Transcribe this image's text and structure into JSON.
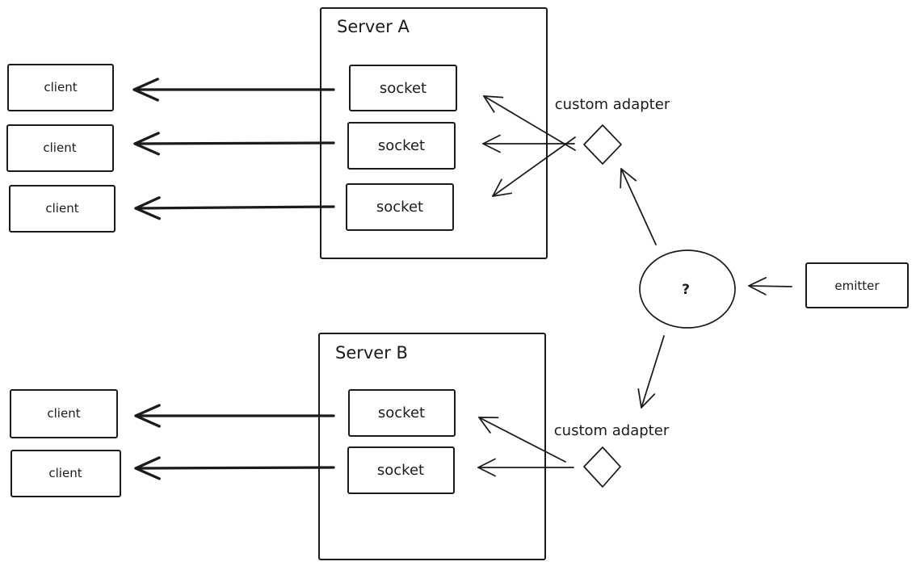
{
  "colors": {
    "ink": "#1b1b1b",
    "background": "#ffffff"
  },
  "server_a": {
    "title": "Server A",
    "sockets": [
      "socket",
      "socket",
      "socket"
    ]
  },
  "server_b": {
    "title": "Server B",
    "sockets": [
      "socket",
      "socket"
    ]
  },
  "clients_top": [
    "client",
    "client",
    "client"
  ],
  "clients_bottom": [
    "client",
    "client"
  ],
  "adapter_top": {
    "label": "custom adapter",
    "shape": "diamond"
  },
  "adapter_bottom": {
    "label": "custom adapter",
    "shape": "diamond"
  },
  "hub": {
    "label": "?",
    "shape": "ellipse"
  },
  "emitter": {
    "label": "emitter",
    "shape": "rectangle"
  },
  "edges": [
    {
      "from": "server-a-socket-1",
      "to": "client-top-1",
      "arrow": "thick"
    },
    {
      "from": "server-a-socket-2",
      "to": "client-top-2",
      "arrow": "thick"
    },
    {
      "from": "server-a-socket-3",
      "to": "client-top-3",
      "arrow": "thick"
    },
    {
      "from": "server-b-socket-1",
      "to": "client-bottom-1",
      "arrow": "thick"
    },
    {
      "from": "server-b-socket-2",
      "to": "client-bottom-2",
      "arrow": "thick"
    },
    {
      "from": "adapter-top",
      "to": "server-a-socket-1",
      "arrow": "thin"
    },
    {
      "from": "adapter-top",
      "to": "server-a-socket-2",
      "arrow": "thin"
    },
    {
      "from": "adapter-top",
      "to": "server-a-socket-3",
      "arrow": "thin"
    },
    {
      "from": "adapter-bottom",
      "to": "server-b-socket-1",
      "arrow": "thin"
    },
    {
      "from": "adapter-bottom",
      "to": "server-b-socket-2",
      "arrow": "thin"
    },
    {
      "from": "hub",
      "to": "adapter-top",
      "arrow": "thin"
    },
    {
      "from": "hub",
      "to": "adapter-bottom",
      "arrow": "thin"
    },
    {
      "from": "emitter",
      "to": "hub",
      "arrow": "thin"
    }
  ]
}
